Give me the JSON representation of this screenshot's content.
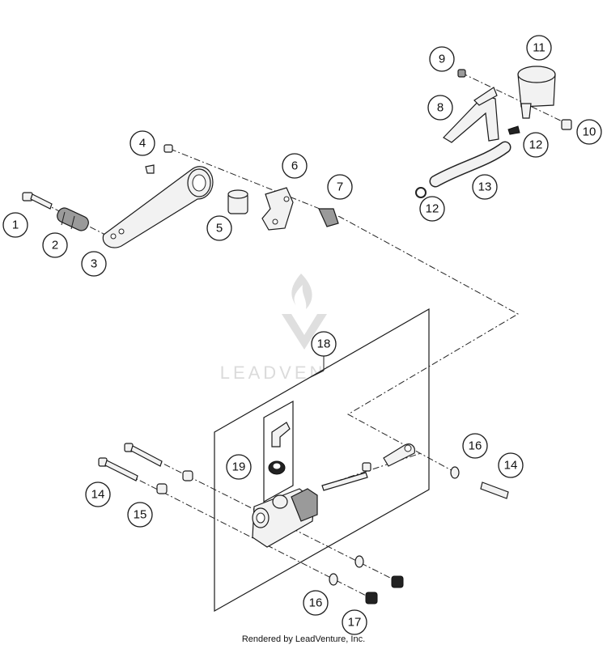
{
  "watermark": {
    "text": "LEADVENTURE"
  },
  "footer": {
    "credit": "Rendered by LeadVenture, Inc."
  },
  "callouts": [
    {
      "id": "c1",
      "label": "1"
    },
    {
      "id": "c2",
      "label": "2"
    },
    {
      "id": "c3",
      "label": "3"
    },
    {
      "id": "c4",
      "label": "4"
    },
    {
      "id": "c5",
      "label": "5"
    },
    {
      "id": "c6",
      "label": "6"
    },
    {
      "id": "c7",
      "label": "7"
    },
    {
      "id": "c8",
      "label": "8"
    },
    {
      "id": "c9",
      "label": "9"
    },
    {
      "id": "c10",
      "label": "10"
    },
    {
      "id": "c11",
      "label": "11"
    },
    {
      "id": "c12a",
      "label": "12"
    },
    {
      "id": "c12b",
      "label": "12"
    },
    {
      "id": "c13",
      "label": "13"
    },
    {
      "id": "c14a",
      "label": "14"
    },
    {
      "id": "c14b",
      "label": "14"
    },
    {
      "id": "c15",
      "label": "15"
    },
    {
      "id": "c16a",
      "label": "16"
    },
    {
      "id": "c16b",
      "label": "16"
    },
    {
      "id": "c17",
      "label": "17"
    },
    {
      "id": "c18",
      "label": "18"
    },
    {
      "id": "c19",
      "label": "19"
    }
  ]
}
